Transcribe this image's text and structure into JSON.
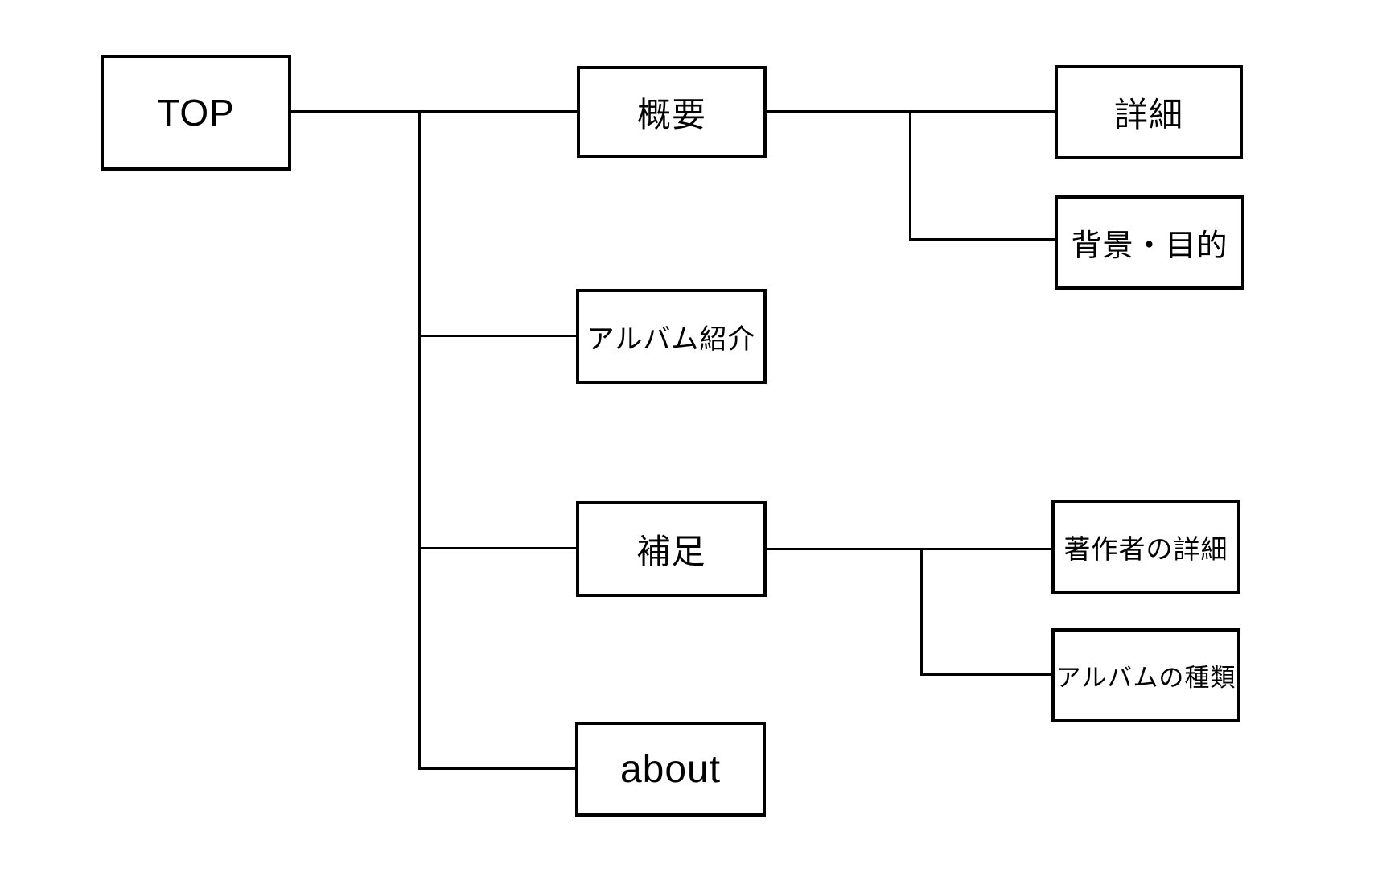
{
  "diagram": {
    "type": "sitemap-tree",
    "colors": {
      "background": "#ffffff",
      "box_border": "#000000",
      "line": "#000000",
      "text": "#000000"
    },
    "nodes": {
      "top": {
        "label": "TOP"
      },
      "gaiyou": {
        "label": "概要"
      },
      "shousai": {
        "label": "詳細"
      },
      "haikei": {
        "label": "背景・目的"
      },
      "album_intro": {
        "label": "アルバム紹介"
      },
      "hosoku": {
        "label": "補足"
      },
      "author_detail": {
        "label": "著作者の詳細"
      },
      "album_types": {
        "label": "アルバムの種類"
      },
      "about": {
        "label": "about"
      }
    },
    "edges": [
      {
        "from": "TOP",
        "to": "概要"
      },
      {
        "from": "TOP",
        "to": "アルバム紹介"
      },
      {
        "from": "TOP",
        "to": "補足"
      },
      {
        "from": "TOP",
        "to": "about"
      },
      {
        "from": "概要",
        "to": "詳細"
      },
      {
        "from": "概要",
        "to": "背景・目的"
      },
      {
        "from": "補足",
        "to": "著作者の詳細"
      },
      {
        "from": "補足",
        "to": "アルバムの種類"
      }
    ]
  }
}
